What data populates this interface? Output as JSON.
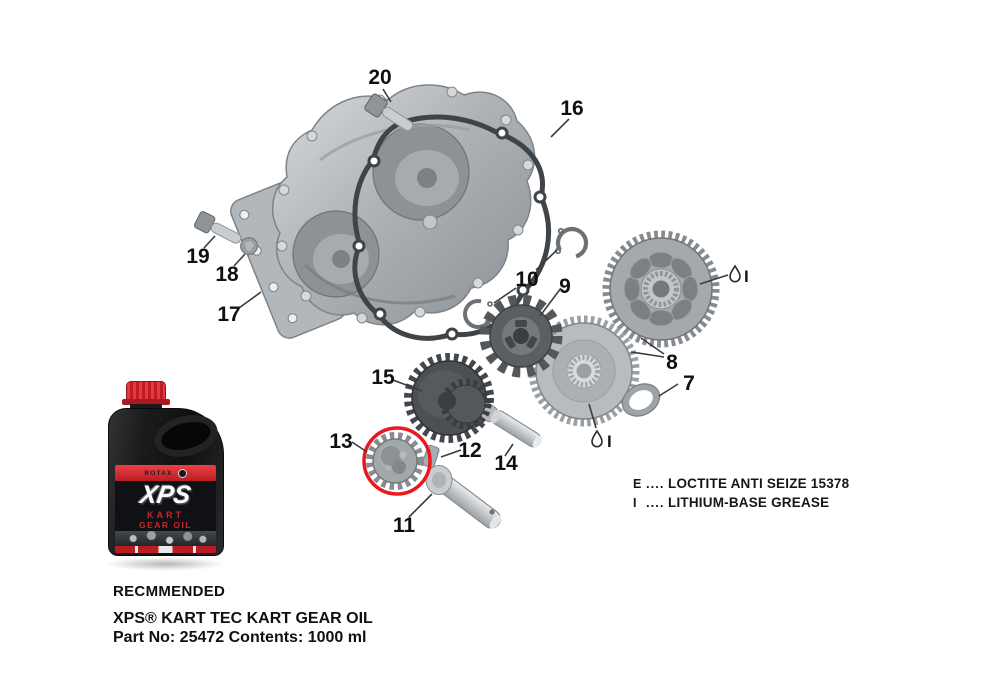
{
  "diagram": {
    "callouts": [
      {
        "label": "7"
      },
      {
        "label": "8"
      },
      {
        "label": "9"
      },
      {
        "label": "10"
      },
      {
        "label": "11"
      },
      {
        "label": "12"
      },
      {
        "label": "13"
      },
      {
        "label": "14"
      },
      {
        "label": "15"
      },
      {
        "label": "16"
      },
      {
        "label": "17"
      },
      {
        "label": "18"
      },
      {
        "label": "19"
      },
      {
        "label": "20"
      }
    ],
    "grease_marker": "I",
    "highlight_color": "#e8191f",
    "legend": [
      {
        "symbol": "E",
        "dots": "....",
        "label": "LOCTITE ANTI SEIZE 15378"
      },
      {
        "symbol": "I",
        "dots": "....",
        "label": "LITHIUM-BASE GREASE"
      }
    ]
  },
  "product": {
    "accent_red": "#c01d23",
    "bottle": {
      "brand": "ROTAX",
      "logo_text": "XPS",
      "line1": "KART",
      "line2": "GEAR OIL"
    },
    "recommended": "RECMMENDED",
    "name": "XPS® KART TEC KART GEAR OIL",
    "part_line": "Part No: 25472  Contents: 1000 ml"
  }
}
